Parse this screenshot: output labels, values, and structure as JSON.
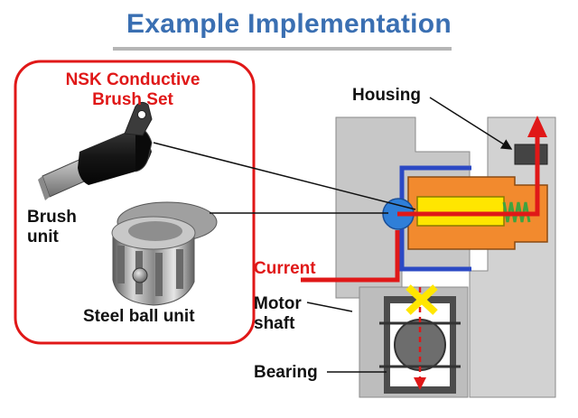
{
  "title": "Example Implementation",
  "brush_set": {
    "line1": "NSK Conductive",
    "line2": "Brush Set"
  },
  "labels": {
    "brush_unit_line1": "Brush",
    "brush_unit_line2": "unit",
    "steel_ball_unit": "Steel ball unit",
    "housing": "Housing",
    "current": "Current",
    "motor_shaft_line1": "Motor",
    "motor_shaft_line2": "shaft",
    "bearing": "Bearing"
  },
  "colors": {
    "title": "#3a6fb2",
    "accent_red": "#e01818",
    "housing_gray": "#bfbfbf",
    "brush_yellow": "#ffe600",
    "holder_orange": "#f28a2e",
    "cover_blue": "#2b49c4",
    "ball_blue": "#2f7fd8",
    "spring_green": "#3fa33f",
    "fault_yellow": "#ffe600"
  }
}
